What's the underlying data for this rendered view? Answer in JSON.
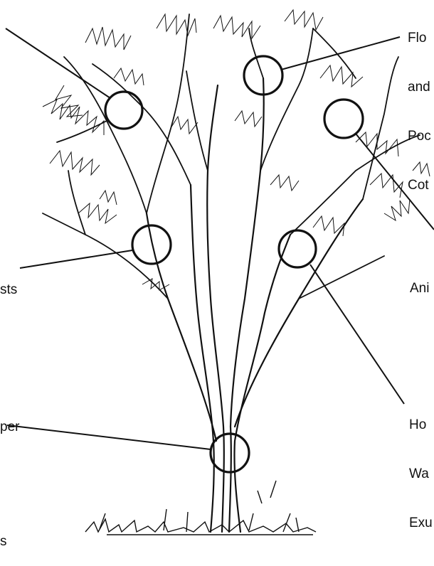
{
  "labels": {
    "top_right": [
      "Flo",
      "and",
      "Poc",
      "Cot"
    ],
    "mid_left": [
      "sts"
    ],
    "mid_right": [
      "Ani"
    ],
    "lower_right": [
      "Ho",
      "Wa",
      "Exu"
    ],
    "bottom_left": [
      "per",
      "",
      "s"
    ]
  },
  "colors": {
    "ink": "#111111",
    "background": "#ffffff"
  }
}
